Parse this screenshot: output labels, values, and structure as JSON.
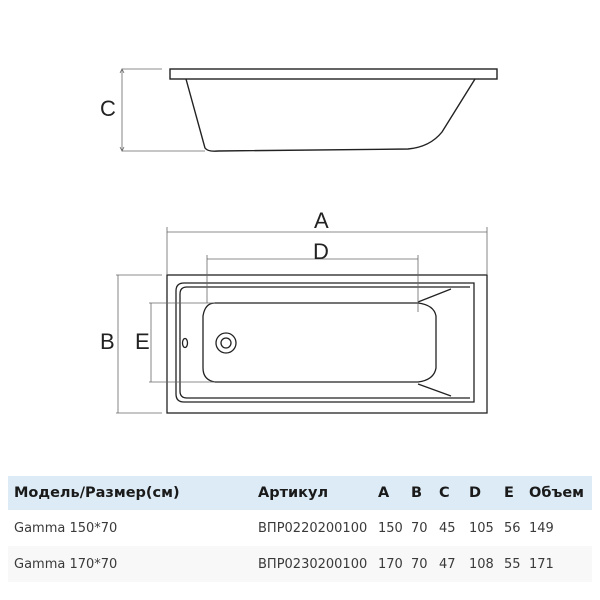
{
  "drawing": {
    "side_view": {
      "dimension_label": "C"
    },
    "top_view": {
      "dimension_labels": {
        "A": "A",
        "B": "B",
        "D": "D",
        "E": "E"
      }
    }
  },
  "table": {
    "header": {
      "model": "Модель/Размер(см)",
      "article": "Артикул",
      "a": "A",
      "b": "B",
      "c": "C",
      "d": "D",
      "e": "E",
      "volume": "Объем"
    },
    "rows": [
      {
        "model": "Gamma 150*70",
        "article": "ВПР0220200100",
        "a": "150",
        "b": "70",
        "c": "45",
        "d": "105",
        "e": "56",
        "volume": "149"
      },
      {
        "model": "Gamma 170*70",
        "article": "ВПР0230200100",
        "a": "170",
        "b": "70",
        "c": "47",
        "d": "108",
        "e": "55",
        "volume": "171"
      }
    ]
  },
  "colors": {
    "header_bg": "#dcebf5",
    "alt_row_bg": "#f8f8f8",
    "line": "#222222",
    "dim_line": "#555555"
  }
}
